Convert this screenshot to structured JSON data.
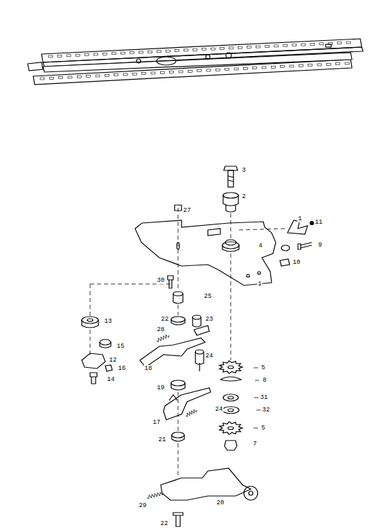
{
  "diagram": {
    "labels": [
      "3",
      "2",
      "27",
      "1",
      "11",
      "9",
      "10",
      "4",
      "1",
      "30",
      "25",
      "22",
      "23",
      "13",
      "15",
      "28",
      "12",
      "16",
      "14",
      "18",
      "24",
      "5",
      "8",
      "31",
      "32",
      "19",
      "17",
      "24",
      "5",
      "7",
      "21",
      "29",
      "20",
      "22"
    ]
  }
}
